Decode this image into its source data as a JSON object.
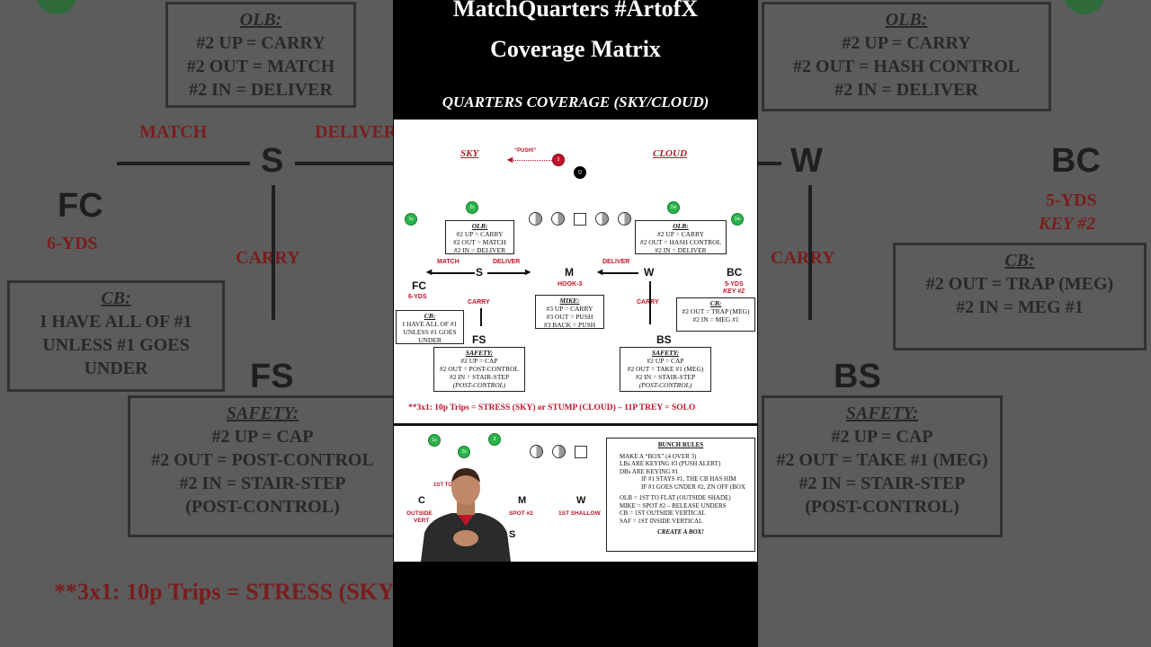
{
  "header": {
    "title_line_1": "MatchQuarters #ArtofX",
    "title_line_2": "Coverage Matrix"
  },
  "banner": "QUARTERS COVERAGE (SKY/CLOUD)",
  "top": {
    "sky": "SKY",
    "cloud": "CLOUD",
    "push": "“PUSH!”",
    "qb_mark": "Q",
    "r3_mark": "3"
  },
  "receivers": {
    "r1_left": "1s",
    "r2_left": "2s",
    "r2_right": "2w",
    "r1_right": "1w"
  },
  "positions": {
    "fc": "FC",
    "s": "S",
    "m": "M",
    "w": "W",
    "bc": "BC",
    "fs": "FS",
    "bs": "BS"
  },
  "tags": {
    "match": "MATCH",
    "deliver_left": "DELIVER",
    "deliver_right": "DELIVER",
    "hook": "HOOK-3",
    "carry_left": "CARRY",
    "carry_right": "CARRY",
    "fc_yds": "6-YDS",
    "bc_yds": "5-YDS",
    "bc_key": "KEY #2"
  },
  "boxes": {
    "olb_left": {
      "title": "OLB:",
      "lines": [
        "#2 UP = CARRY",
        "#2 OUT = MATCH",
        "#2 IN  = DELIVER"
      ]
    },
    "olb_right": {
      "title": "OLB:",
      "lines": [
        "#2 UP = CARRY",
        "#2 OUT = HASH CONTROL",
        "#2 IN  = DELIVER"
      ]
    },
    "mike": {
      "title": "MIKE:",
      "lines": [
        "#3 UP = CARRY",
        "#3 OUT = PUSH",
        "#3 BACK = PUSH"
      ]
    },
    "cb_left": {
      "title": "CB:",
      "lines": [
        "I HAVE ALL OF #1",
        "UNLESS #1 GOES",
        "UNDER"
      ]
    },
    "cb_right": {
      "title": "CB:",
      "lines": [
        "#2 OUT = TRAP (MEG)",
        "#2 IN  = MEG #1"
      ]
    },
    "safety_left": {
      "title": "SAFETY:",
      "lines": [
        "#2 UP = CAP",
        "#2 OUT = POST-CONTROL",
        "#2 IN  = STAIR-STEP",
        "(POST-CONTROL)"
      ]
    },
    "safety_right": {
      "title": "SAFETY:",
      "lines": [
        "#2 UP = CAP",
        "#2 OUT = TAKE #1 (MEG)",
        "#2 IN  = STAIR-STEP",
        "(POST-CONTROL)"
      ]
    }
  },
  "footnote": "**3x1: 10p Trips = STRESS (SKY) or STUMP (CLOUD) – 11P TREY = SOLO",
  "bottom": {
    "r1": "1s",
    "r2": "2s",
    "r3": "3",
    "c": "C",
    "m": "M",
    "w": "W",
    "s": "S",
    "outside": "OUTSIDE",
    "vert": "VERT",
    "first_to": "1ST TO",
    "spot": "SPOT #2",
    "shallow": "1ST SHALLOW"
  },
  "bunch_rules": {
    "title": "BUNCH RULES",
    "lines": [
      "MAKE A “BOX” (4 OVER 3)",
      "LBs ARE KEYING #3 (PUSH ALERT)",
      "DBs ARE KEYING #1",
      "IF #1 STAYS #1, THE CB HAS HIM",
      "IF #1 GOES UNDER #2, ZN OFF (BOX",
      "OLB = 1ST TO FLAT (OUTSIDE SHADE)",
      "MIKE = SPOT #2 – RELEASE UNDERS",
      "CB = 1ST OUTSIDE VERTICAL",
      "SAF = 1ST INSIDE VERTICAL"
    ],
    "closing": "CREATE A BOX!"
  },
  "colors": {
    "accent_red": "#c0142a",
    "green": "#2bb34a",
    "background": "#000000"
  }
}
